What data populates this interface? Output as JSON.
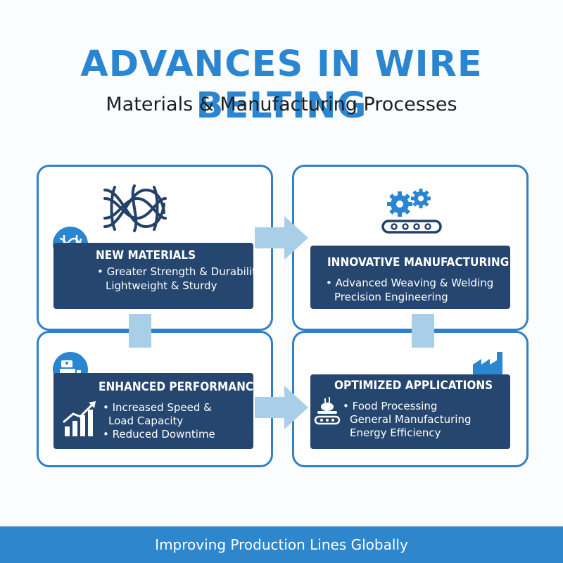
{
  "header": {
    "title": "ADVANCES IN WIRE BELTING",
    "subtitle": "Materials & Manufacturing Processes"
  },
  "cards": {
    "new_materials": {
      "title": "NEW MATERIALS",
      "lines": [
        "• Greater Strength & Durability",
        "Lightweight & Sturdy"
      ]
    },
    "innovative_manufacturing": {
      "title": "INNOVATIVE MANUFACTURING",
      "lines": [
        "• Advanced Weaving & Welding",
        "Precision Engineering"
      ]
    },
    "enhanced_performance": {
      "title": "ENHANCED PERFORMANCE",
      "lines": [
        "• Increased Speed &",
        "Load Capacity",
        "• Reduced Downtime"
      ]
    },
    "optimized_applications": {
      "title": "OPTIMIZED APPLICATIONS",
      "lines": [
        "• Food Processing",
        "General Manufacturing",
        "Energy Efficiency"
      ]
    }
  },
  "footer": {
    "text": "Improving Production Lines Globally"
  },
  "icons": {
    "materials_main": "woven-wire-icon",
    "materials_badge": "wire-mesh-icon",
    "manufacturing": "gears-conveyor-icon",
    "performance_badge": "machine-icon",
    "performance_chart": "growth-chart-icon",
    "applications_factory": "factory-icon",
    "applications_food": "food-conveyor-icon"
  },
  "colors": {
    "accent": "#2a86d0",
    "panel": "#25466f",
    "border": "#2f80c8",
    "connector": "#a9cfe8"
  }
}
